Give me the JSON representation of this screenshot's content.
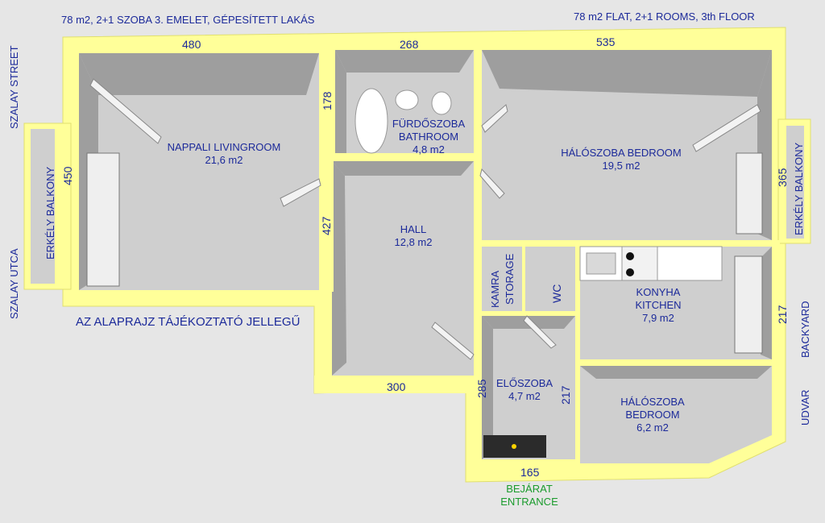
{
  "header": {
    "left": "78 m2, 2+1  SZOBA 3. EMELET, GÉPESÍTETT LAKÁS",
    "right": "78 m2 FLAT, 2+1  ROOMS, 3th FLOOR"
  },
  "rooms": {
    "living": {
      "hu": "NAPPALI  LIVINGROOM",
      "area": "21,6 m2"
    },
    "bath": {
      "hu": "FÜRDŐSZOBA",
      "en": "BATHROOM",
      "area": "4,8 m2"
    },
    "bedroom1": {
      "label": "HÁLÓSZOBA  BEDROOM",
      "area": "19,5 m2"
    },
    "hall": {
      "label": "HALL",
      "area": "12,8 m2"
    },
    "storage_hu": "KAMRA",
    "storage_en": "STORAGE",
    "wc": "WC",
    "kitchen": {
      "hu": "KONYHA",
      "en": "KITCHEN",
      "area": "7,9 m2"
    },
    "entry": {
      "label": "ELŐSZOBA",
      "area": "4,7 m2"
    },
    "bedroom2": {
      "hu": "HÁLÓSZOBA",
      "en": "BEDROOM",
      "area": "6,2 m2"
    },
    "balcony_left": "ERKÉLY  BALKONY",
    "balcony_right": "ERKÉLY  BALKONY"
  },
  "dimensions": {
    "d480": "480",
    "d268": "268",
    "d535": "535",
    "d178": "178",
    "d450": "450",
    "d427": "427",
    "d365": "365",
    "d217a": "217",
    "d300": "300",
    "d285": "285",
    "d217b": "217",
    "d165": "165"
  },
  "streets": {
    "szalay_street": "SZALAY STREET",
    "szalay_utca": "SZALAY UTCA",
    "backyard": "BACKYARD",
    "udvar": "UDVAR"
  },
  "notice": "AZ ALAPRAJZ TÁJÉKOZTATÓ JELLEGŰ",
  "entrance": {
    "hu": "BEJÁRAT",
    "en": "ENTRANCE"
  },
  "colors": {
    "wall": "#ffff99",
    "floor": "#cdcdcd",
    "text": "#1c2a9a",
    "entrance": "#1a9b2c"
  }
}
